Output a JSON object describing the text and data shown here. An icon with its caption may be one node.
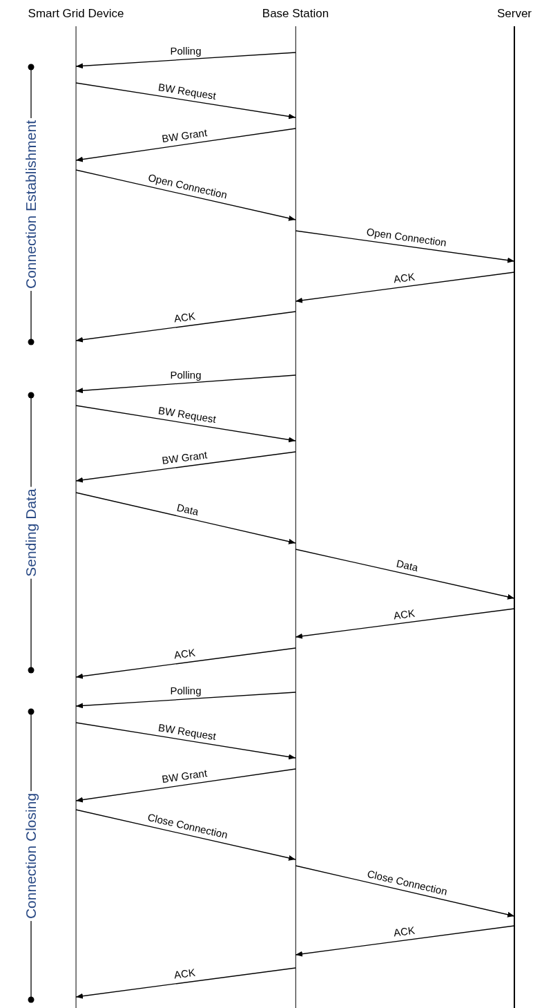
{
  "diagram": {
    "nodes": [
      {
        "text": [
          "Smart Grid Device"
        ]
      },
      {
        "text": [
          "Base Station"
        ]
      },
      {
        "text": [
          "Server"
        ]
      }
    ],
    "edges": [
      {
        "from": 1,
        "to": 0,
        "arrow": "to",
        "label": "Polling"
      },
      {
        "from": 0,
        "to": 1,
        "arrow": "to",
        "label": "BW Request"
      },
      {
        "from": 1,
        "to": 0,
        "arrow": "to",
        "label": "BW Grant"
      },
      {
        "from": 0,
        "to": 1,
        "arrow": "to",
        "label": "Open Connection"
      },
      {
        "from": 1,
        "to": 2,
        "arrow": "to",
        "label": "Open Connection"
      },
      {
        "from": 2,
        "to": 1,
        "arrow": "to",
        "label": "ACK"
      },
      {
        "from": 1,
        "to": 0,
        "arrow": "to",
        "label": "ACK"
      },
      {
        "from": 1,
        "to": 0,
        "arrow": "to",
        "label": "Polling"
      },
      {
        "from": 0,
        "to": 1,
        "arrow": "to",
        "label": "BW Request"
      },
      {
        "from": 1,
        "to": 0,
        "arrow": "to",
        "label": "BW Grant"
      },
      {
        "from": 0,
        "to": 1,
        "arrow": "to",
        "label": "Data"
      },
      {
        "from": 1,
        "to": 2,
        "arrow": "to",
        "label": "Data"
      },
      {
        "from": 2,
        "to": 1,
        "arrow": "to",
        "label": "ACK"
      },
      {
        "from": 1,
        "to": 0,
        "arrow": "to",
        "label": "ACK"
      },
      {
        "from": 1,
        "to": 0,
        "arrow": "to",
        "label": "Polling"
      },
      {
        "from": 0,
        "to": 1,
        "arrow": "to",
        "label": "BW Request"
      },
      {
        "from": 1,
        "to": 0,
        "arrow": "to",
        "label": "BW Grant"
      },
      {
        "from": 0,
        "to": 1,
        "arrow": "to",
        "label": "Close Connection"
      },
      {
        "from": 1,
        "to": 2,
        "arrow": "to",
        "label": "Close Connection"
      },
      {
        "from": 2,
        "to": 1,
        "arrow": "to",
        "label": "ACK"
      },
      {
        "from": 1,
        "to": 0,
        "arrow": "to",
        "label": "ACK"
      }
    ],
    "labels": [
      "Connection Establishment",
      "Sending Data",
      "Connection Closing"
    ]
  }
}
